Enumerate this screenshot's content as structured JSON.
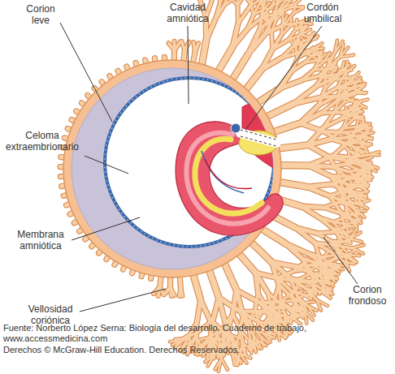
{
  "diagram": {
    "caption": "Fuente: Norberto López Serna: Biología del desarrollo. Cuaderno de trabajo, www.accessmedicina.com",
    "labels": [
      "Corion leve",
      "Cavidad amniótica",
      "Cordón umbilical",
      "Celoma extraembrionario",
      "Membrana amniótica",
      "Vellosidad coriónica",
      "Corion frondoso",
      "Derechos © McGraw-Hill Education. Derechos Reservados."
    ]
  }
}
